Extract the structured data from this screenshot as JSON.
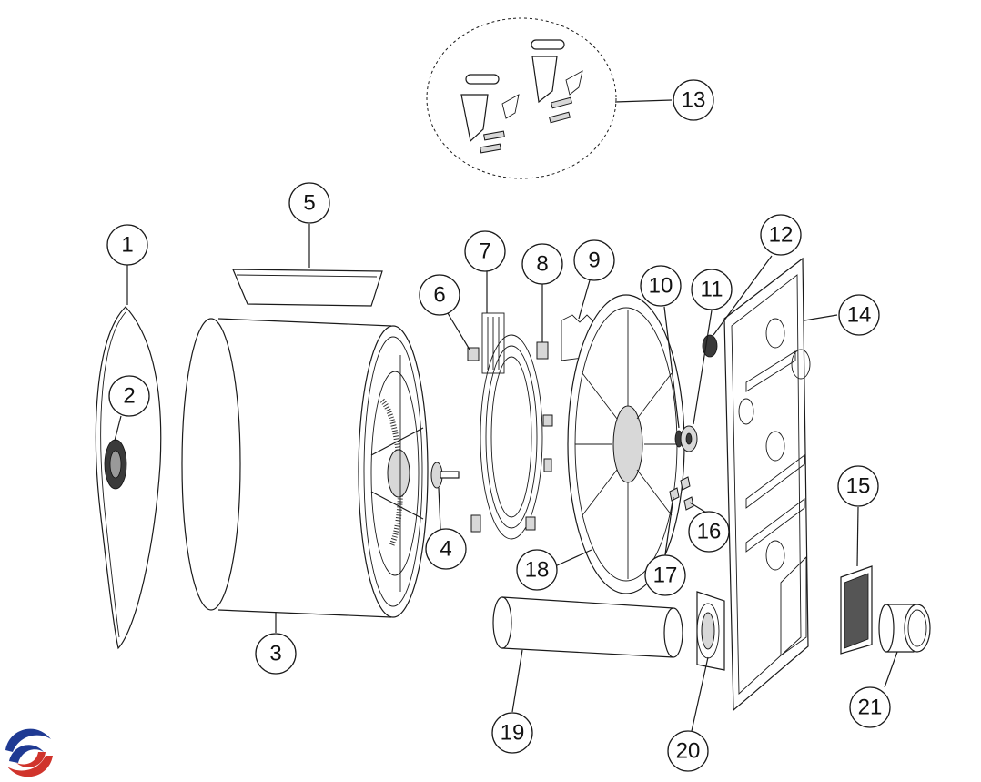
{
  "diagram": {
    "type": "exploded-parts-view",
    "callouts": [
      {
        "id": "1",
        "label": "1"
      },
      {
        "id": "2",
        "label": "2"
      },
      {
        "id": "3",
        "label": "3"
      },
      {
        "id": "4",
        "label": "4"
      },
      {
        "id": "5",
        "label": "5"
      },
      {
        "id": "6",
        "label": "6"
      },
      {
        "id": "7",
        "label": "7"
      },
      {
        "id": "8",
        "label": "8"
      },
      {
        "id": "9",
        "label": "9"
      },
      {
        "id": "10",
        "label": "10"
      },
      {
        "id": "11",
        "label": "11"
      },
      {
        "id": "12",
        "label": "12"
      },
      {
        "id": "13",
        "label": "13"
      },
      {
        "id": "14",
        "label": "14"
      },
      {
        "id": "15",
        "label": "15"
      },
      {
        "id": "16",
        "label": "16"
      },
      {
        "id": "17",
        "label": "17"
      },
      {
        "id": "18",
        "label": "18"
      },
      {
        "id": "19",
        "label": "19"
      },
      {
        "id": "20",
        "label": "20"
      },
      {
        "id": "21",
        "label": "21"
      }
    ],
    "logo": {
      "icon": "brand-swirl-logo",
      "colors": [
        "#1f3a93",
        "#d0342c"
      ]
    }
  }
}
